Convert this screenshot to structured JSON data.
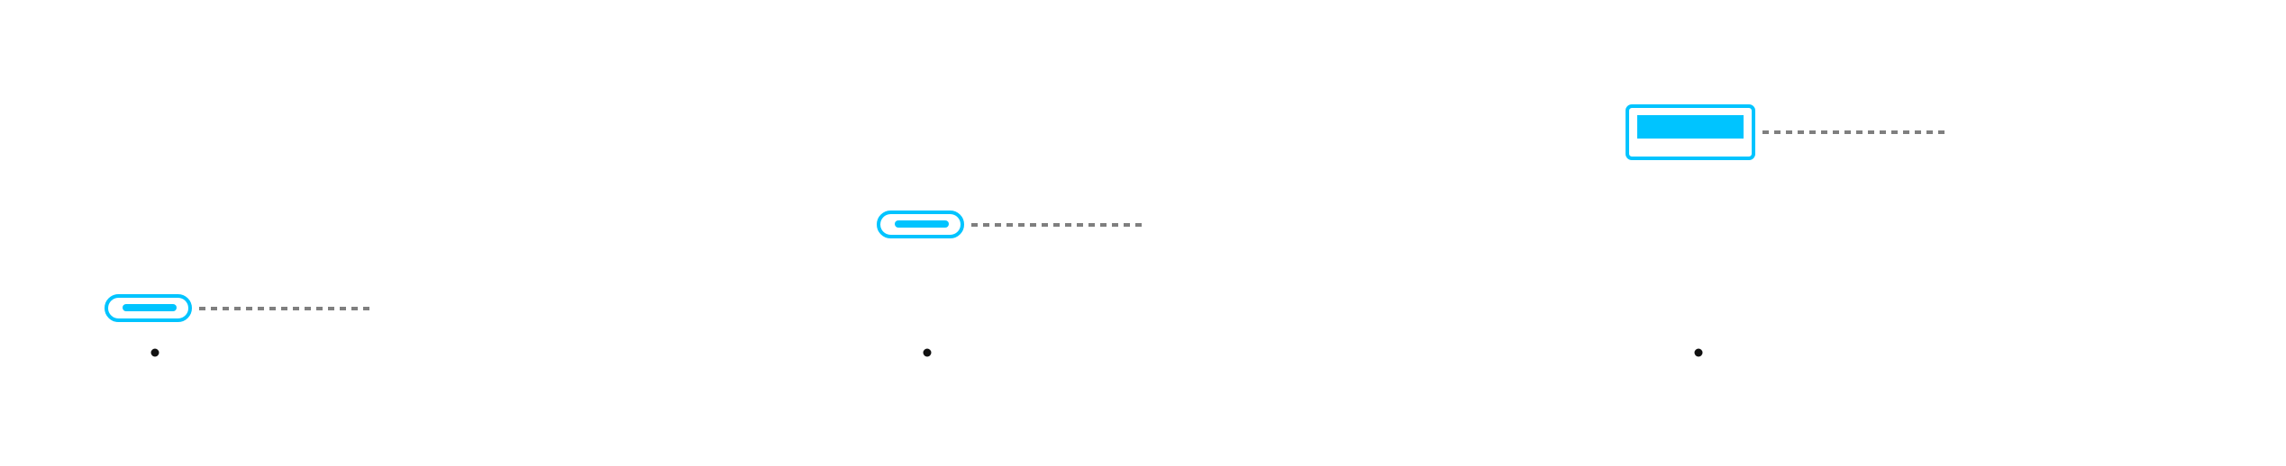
{
  "colors": {
    "accent": "#00c4ff",
    "leader": "#7f7f7f",
    "dot": "#111111"
  },
  "items": [
    {
      "icon": "usb-c-port-icon",
      "kind": "usb-c"
    },
    {
      "icon": "usb-c-port-icon",
      "kind": "usb-c"
    },
    {
      "icon": "usb-a-port-icon",
      "kind": "usb-a"
    }
  ]
}
